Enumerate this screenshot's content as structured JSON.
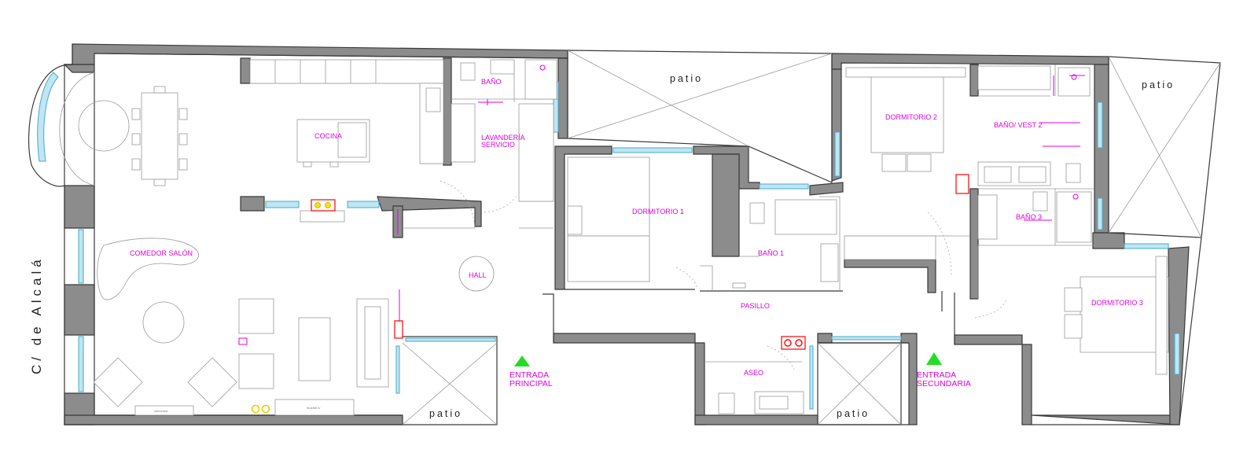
{
  "street": "C/ de Alcalá",
  "rooms": {
    "comedor_salon": "COMEDOR SALÓN",
    "cocina": "COCINA",
    "bano": "BAÑO",
    "lavanderia_l1": "LAVANDERÍA",
    "lavanderia_l2": "SERVICIO",
    "hall": "HALL",
    "dormitorio1": "DORMITORIO 1",
    "bano1": "BAÑO 1",
    "pasillo": "PASILLO",
    "aseo": "ASEO",
    "dormitorio2": "DORMITORIO 2",
    "bano_vest2": "BAÑO/ VEST 2",
    "bano3": "BAÑO 3",
    "dormitorio3": "DORMITORIO 3"
  },
  "patios": {
    "top_center": "patio",
    "top_right": "patio",
    "bottom_left": "patio",
    "bottom_center": "patio"
  },
  "entrances": {
    "principal_l1": "ENTRADA",
    "principal_l2": "PRINCIPAL",
    "secundaria_l1": "ENTRADA",
    "secundaria_l2": "SECUNDARIA"
  },
  "furniture_labels": {
    "chimenea": "chimenea",
    "mueble_tv": "mueble tv"
  },
  "colors": {
    "labels": "#e000e0",
    "walls": "#8c8c8c",
    "windows": "#4aa9c9",
    "entrance_marker": "#22dd22",
    "radiator": "#ff0000",
    "light": "#f2e600"
  }
}
